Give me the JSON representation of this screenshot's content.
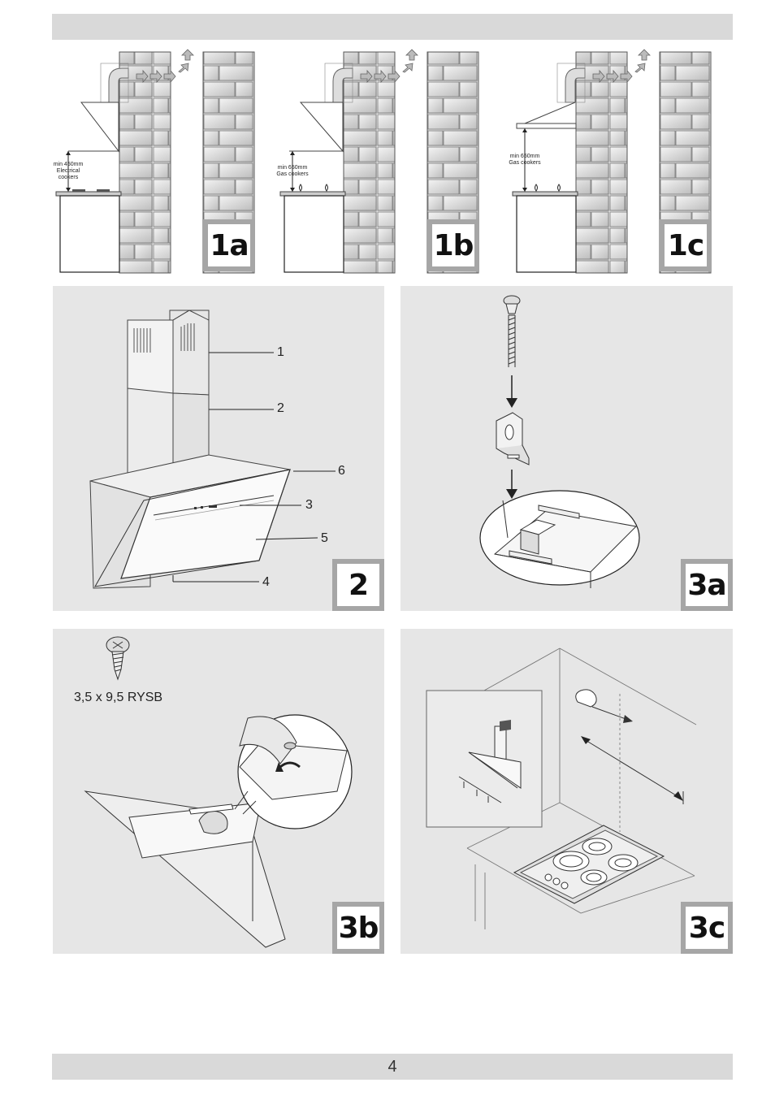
{
  "page_number": "4",
  "figure_1": {
    "a": {
      "badge": "1a",
      "note_lines": [
        "min 450mm",
        "Electrical",
        "cookers"
      ]
    },
    "b": {
      "badge": "1b",
      "note_lines": [
        "min 650mm",
        "Gas cookers"
      ]
    },
    "c": {
      "badge": "1c",
      "note_lines": [
        "min 650mm",
        "Gas cookers"
      ]
    }
  },
  "figure_2": {
    "badge": "2",
    "callouts": [
      "1",
      "2",
      "6",
      "3",
      "5",
      "4"
    ]
  },
  "figure_3a": {
    "badge": "3a"
  },
  "figure_3b": {
    "badge": "3b",
    "screw_spec": "3,5 x 9,5 RYSB"
  },
  "figure_3c": {
    "badge": "3c"
  }
}
